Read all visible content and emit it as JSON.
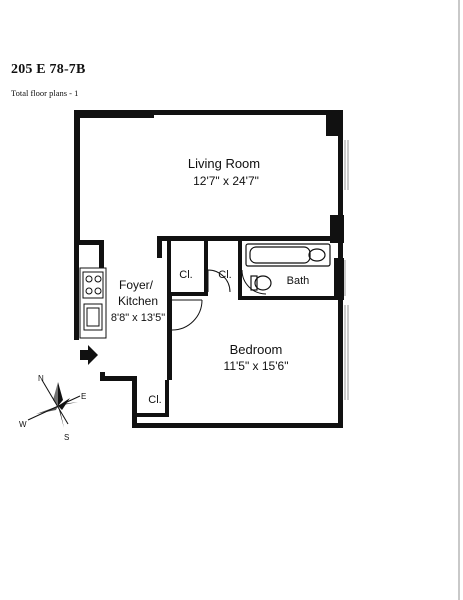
{
  "header": {
    "title": "205 E 78-7B",
    "subtitle": "Total floor plans - 1"
  },
  "rooms": {
    "living": {
      "name": "Living Room",
      "dims": "12'7\" x 24'7\""
    },
    "foyer": {
      "name_line1": "Foyer/",
      "name_line2": "Kitchen",
      "dims": "8'8\" x 13'5\""
    },
    "bedroom": {
      "name": "Bedroom",
      "dims": "11'5\" x 15'6\""
    },
    "bath": {
      "name": "Bath"
    },
    "closet1": {
      "name": "Cl."
    },
    "closet2": {
      "name": "Cl."
    },
    "closet3": {
      "name": "Cl."
    }
  },
  "compass": {
    "north": "N",
    "east": "E",
    "south": "S",
    "west": "W"
  },
  "colors": {
    "wall": "#111111",
    "ink": "#111111",
    "window": "#9a9a9a"
  }
}
